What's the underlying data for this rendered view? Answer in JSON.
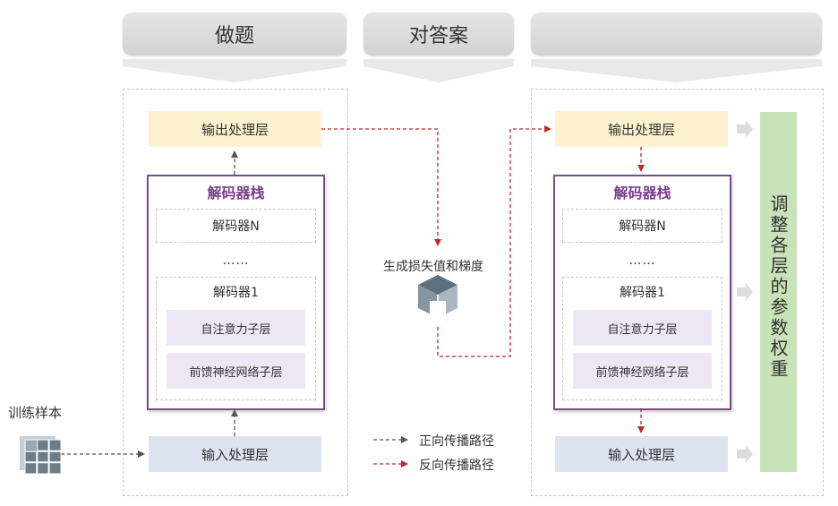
{
  "headers": {
    "stage1": "做题",
    "stage2": "对答案",
    "stage3": ""
  },
  "left": {
    "output_layer": "输出处理层",
    "stack_title": "解码器栈",
    "decoder_n": "解码器N",
    "ellipsis": "……",
    "decoder_1": "解码器1",
    "self_attention": "自注意力子层",
    "feed_forward": "前馈神经网络子层",
    "input_layer": "输入处理层"
  },
  "right": {
    "output_layer": "输出处理层",
    "stack_title": "解码器栈",
    "decoder_n": "解码器N",
    "ellipsis": "……",
    "decoder_1": "解码器1",
    "self_attention": "自注意力子层",
    "feed_forward": "前馈神经网络子层",
    "input_layer": "输入处理层"
  },
  "middle": {
    "loss_label": "生成损失值和梯度",
    "cube_icon": "cube-icon"
  },
  "side": {
    "adjust_weights": "调整各层的参数权重"
  },
  "training": {
    "label": "训练样本",
    "icon": "table-grid-icon"
  },
  "legend": {
    "forward": "正向传播路径",
    "backward": "反向传播路径"
  },
  "colors": {
    "output_layer": "#fdf1cf",
    "input_layer": "#dde3f1",
    "stack_border": "#7a4e8c",
    "sublayer": "#ece7f3",
    "weights_bar": "#c8e3b7",
    "forward_arrow": "#555555",
    "backward_arrow": "#c0282a"
  }
}
